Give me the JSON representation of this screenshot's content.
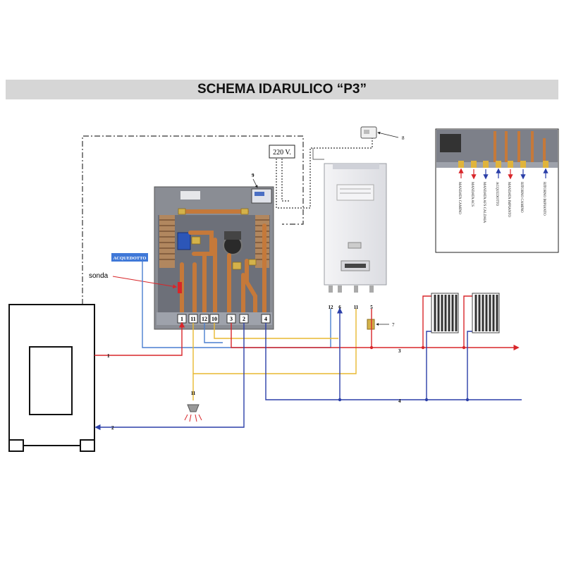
{
  "title": "SCHEMA IDARULICO “P3”",
  "labels": {
    "voltage": "220 V.",
    "acquedotto": "ACQUEDOTTO",
    "sonda": "sonda"
  },
  "connector_numbers": [
    "1",
    "11",
    "12",
    "10",
    "3",
    "2",
    "4"
  ],
  "boiler_connector_numbers": [
    "12",
    "6",
    "11",
    "5"
  ],
  "callouts": {
    "line_1": "1",
    "line_2": "2",
    "line_3": "3",
    "line_4": "4",
    "valve_7": "7",
    "thermostat_8": "8",
    "control_9": "9",
    "outlet_11": "11"
  },
  "legend": [
    "MANDATA CAMINO",
    "MANDATA ACS",
    "MANDATA AFS CALDAIA",
    "ACQUEDOTTO",
    "MANDATA IMPIANTO",
    "RITORNO CAMINO",
    "RITORNO IMPIANTO"
  ],
  "colors": {
    "hot": "#d8262a",
    "cold": "#2b3fa8",
    "sanitary": "#e8b830",
    "aqueduct": "#4a7fd0",
    "cabinet": "#8a8d94",
    "title_bar": "#d6d6d6"
  }
}
